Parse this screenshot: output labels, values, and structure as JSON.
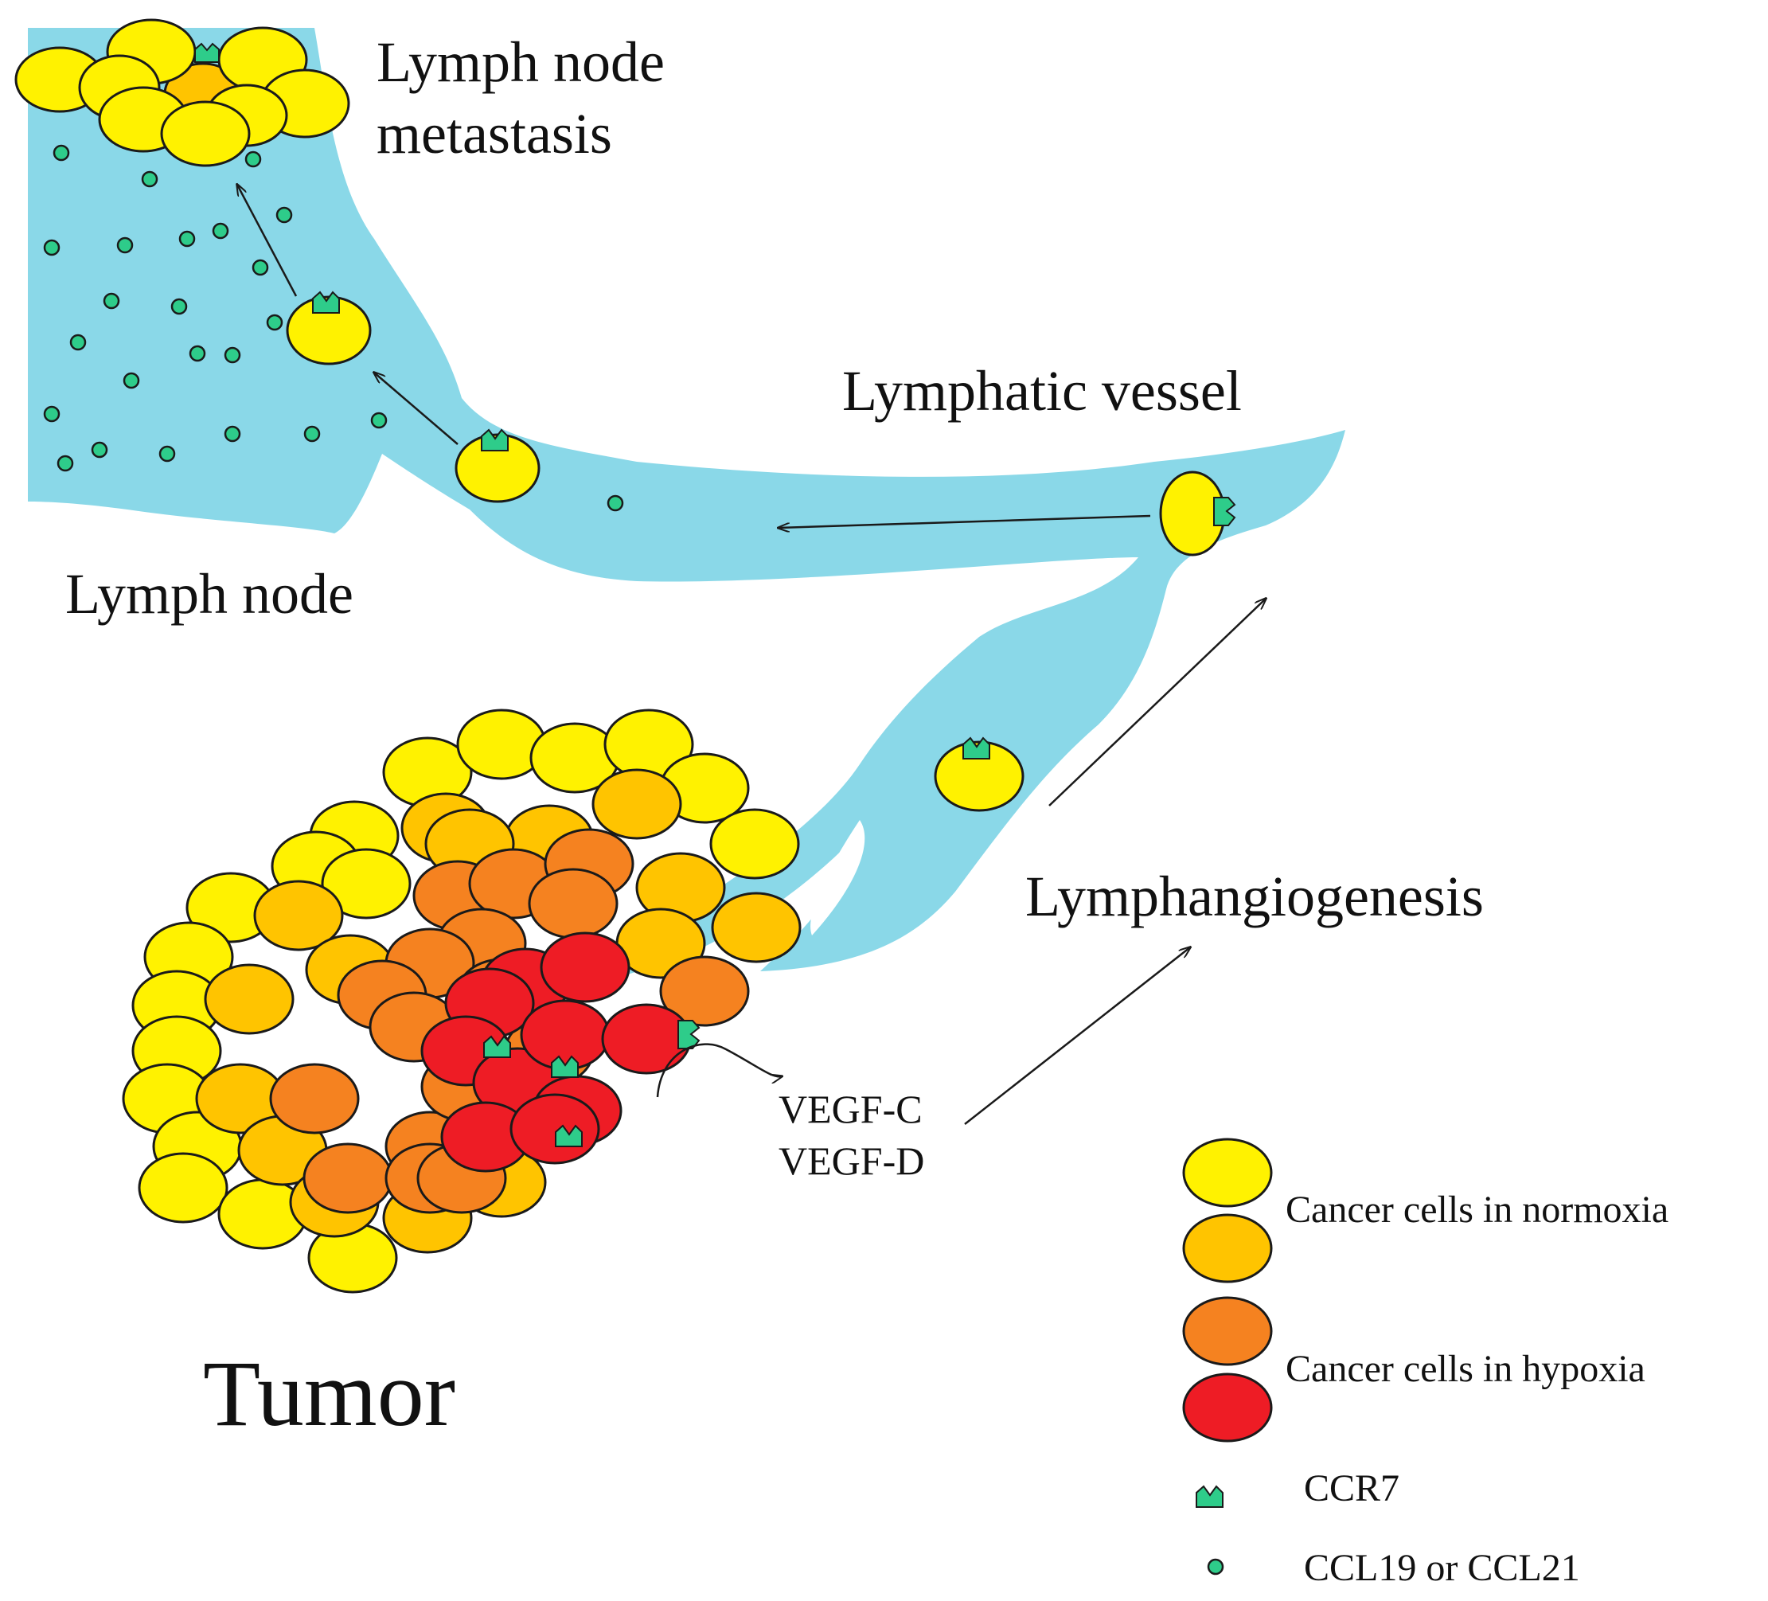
{
  "labels": {
    "lymph_node_metastasis_line1": "Lymph node",
    "lymph_node_metastasis_line2": "metastasis",
    "lymphatic_vessel": "Lymphatic vessel",
    "lymph_node": "Lymph node",
    "lymphangiogenesis": "Lymphangiogenesis",
    "vegf_c": "VEGF-C",
    "vegf_d": "VEGF-D",
    "tumor": "Tumor"
  },
  "legend": {
    "normoxia": "Cancer cells in normoxia",
    "hypoxia": "Cancer cells in hypoxia",
    "ccr7": "CCR7",
    "ccl": "CCL19 or CCL21"
  },
  "colors": {
    "lymph": "#8ad8e8",
    "yellow": "#fff200",
    "gold": "#ffc400",
    "orange": "#f58220",
    "red": "#ee1c25",
    "receptor": "#2ecc8a",
    "outline": "#1a1a1a"
  },
  "icons": {
    "receptor": "ccr7-receptor-icon",
    "ligand": "ccl-dot-icon"
  }
}
